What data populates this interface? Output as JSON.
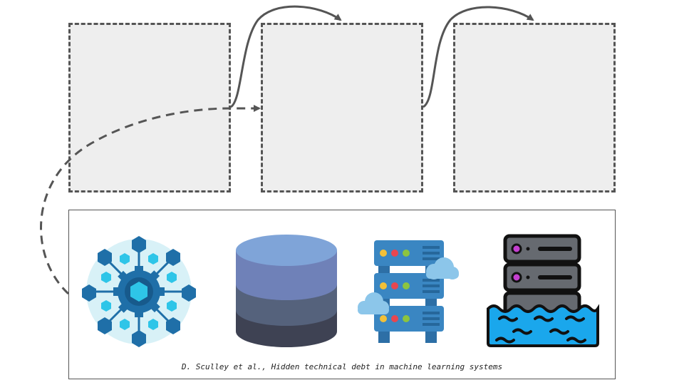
{
  "diagram": {
    "boxes": [
      {
        "id": "stage-1",
        "label": ""
      },
      {
        "id": "stage-2",
        "label": ""
      },
      {
        "id": "stage-3",
        "label": ""
      }
    ]
  },
  "panel": {
    "caption": "D. Sculley et al., Hidden technical debt in machine learning systems",
    "icons": [
      "ml-network-gear-icon",
      "database-icon",
      "cloud-server-rack-icon",
      "sinking-server-icon"
    ]
  },
  "colors": {
    "box_fill": "#eeeeee",
    "box_border": "#555555",
    "arrow": "#555555",
    "accent_blue": "#1e88e5",
    "water_blue": "#1aa7ec"
  }
}
